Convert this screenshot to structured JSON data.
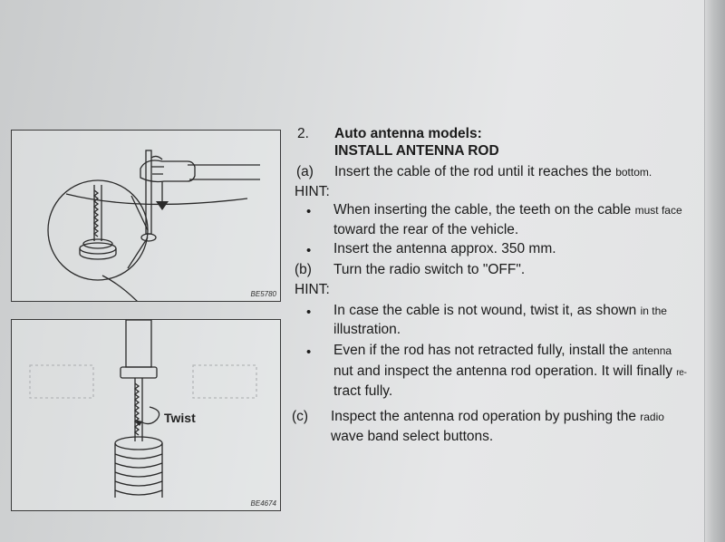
{
  "section": {
    "number": "2.",
    "title": "Auto antenna models:",
    "subtitle": "INSTALL ANTENNA ROD"
  },
  "steps": {
    "a": {
      "label": "(a)",
      "text_main": "Insert the cable of the rod until it reaches the",
      "text_small": "bottom."
    },
    "hint1": "HINT:",
    "bullet1_line1_main": "When inserting the cable, the teeth on the cable",
    "bullet1_line1_small": "must face",
    "bullet1_line2": "toward the rear of the vehicle.",
    "bullet2": "Insert the antenna approx. 350 mm.",
    "b": {
      "label": "(b)",
      "text": "Turn the radio switch to \"OFF\"."
    },
    "hint2": "HINT:",
    "bullet3_line1_main": "In case the cable is not wound, twist it, as shown",
    "bullet3_line1_small": "in the",
    "bullet3_line2": "illustration.",
    "bullet4_line1_main": "Even if the rod has not retracted fully, install the",
    "bullet4_line1_small": "antenna",
    "bullet4_line2_main": "nut and inspect the antenna rod operation. It will finally",
    "bullet4_line2_small": "re-",
    "bullet4_line3": "tract fully.",
    "c": {
      "label": "(c)",
      "line1_main": "Inspect the antenna rod operation by pushing the",
      "line1_small": "radio",
      "line2": "wave band select buttons."
    }
  },
  "bullet_char": "•",
  "figures": {
    "fig1": {
      "code": "BE5780"
    },
    "fig2": {
      "code": "BE4674",
      "twist_label": "Twist"
    }
  },
  "colors": {
    "ink": "#1b1b1b",
    "paper": "#dcdedf"
  }
}
